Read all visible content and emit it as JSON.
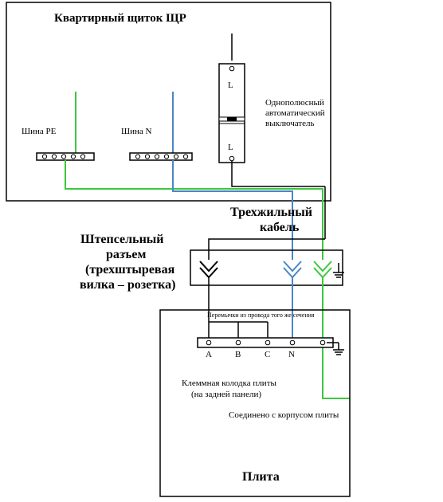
{
  "panel": {
    "title": "Квартирный щиток ЩР",
    "bus_pe_label": "Шина PE",
    "bus_n_label": "Шина N",
    "breaker_label_lines": [
      "Однополюсный",
      "автоматический",
      "выключатель"
    ],
    "breaker_top_letter": "L",
    "breaker_bottom_letter": "L"
  },
  "cable": {
    "label_lines": [
      "Трехжильный",
      "кабель"
    ]
  },
  "plug": {
    "label_lines": [
      "Штепсельный",
      "разъем",
      "(трехштыревая",
      "вилка – розетка)"
    ]
  },
  "stove": {
    "jumpers_note": "Перемычки из провода того же сечения",
    "terminals": [
      "A",
      "B",
      "C",
      "N"
    ],
    "terminal_block_lines": [
      "Клеммная колодка плиты",
      "(на задней панели)"
    ],
    "case_connection_label": "Соединено с корпусом плиты",
    "title": "Плита"
  },
  "colors": {
    "line": "#000000",
    "phase": "#000000",
    "neutral": "#4a86c8",
    "protective_earth": "#3cc83c"
  }
}
